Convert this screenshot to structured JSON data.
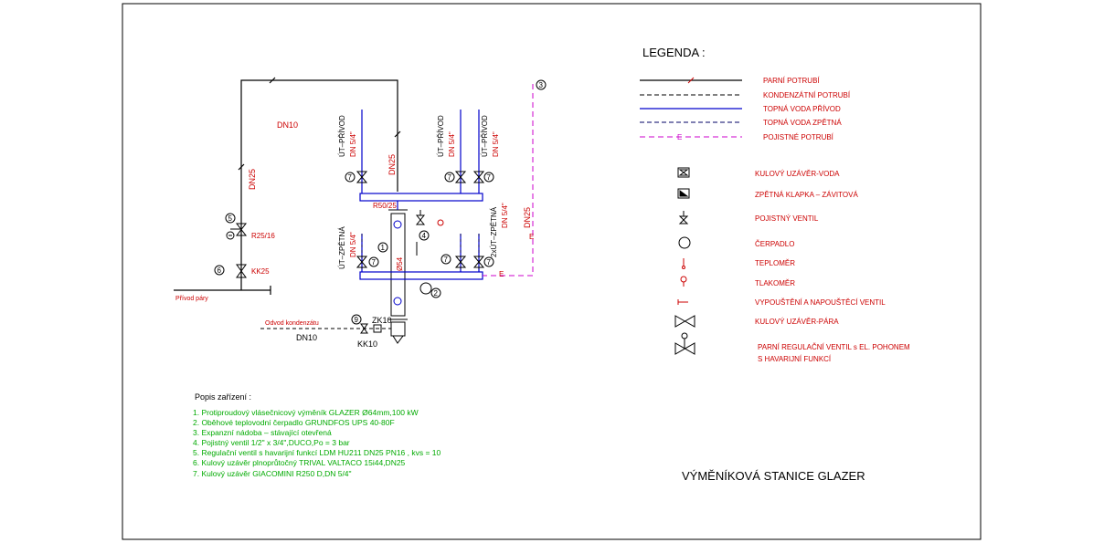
{
  "colors": {
    "steam": "#000000",
    "condensate": "#000000",
    "supply_water": "#0000cc",
    "return_water": "#000066",
    "safety_pipe": "#cc00cc",
    "label_red": "#cc0000",
    "equipment_green": "#00aa00"
  },
  "legend": {
    "title": "LEGENDA :",
    "lines": [
      {
        "label": "PARNÍ POTRUBÍ"
      },
      {
        "label": "KONDENZÁTNÍ POTRUBÍ"
      },
      {
        "label": "TOPNÁ VODA PŘÍVOD"
      },
      {
        "label": "TOPNÁ VODA ZPĚTNÁ"
      },
      {
        "label": "POJISTNÉ POTRUBÍ",
        "marker": "E"
      }
    ],
    "symbols": [
      {
        "label": "KULOVÝ UZÁVĚR-VODA",
        "icon": "ball-valve-water-icon"
      },
      {
        "label": "ZPĚTNÁ KLAPKA – ZÁVITOVÁ",
        "icon": "check-valve-icon"
      },
      {
        "label": "POJISTNÝ VENTIL",
        "icon": "safety-valve-icon"
      },
      {
        "label": "ČERPADLO",
        "icon": "pump-icon"
      },
      {
        "label": "TEPLOMĚR",
        "icon": "thermometer-icon"
      },
      {
        "label": "TLAKOMĚR",
        "icon": "pressure-gauge-icon"
      },
      {
        "label": "VYPOUŠTĚNÍ A NAPOUŠTĚCÍ VENTIL",
        "icon": "drain-valve-icon"
      },
      {
        "label": "KULOVÝ UZÁVĚR-PÁRA",
        "icon": "ball-valve-steam-icon"
      },
      {
        "label": "PARNÍ REGULAČNÍ VENTIL s EL. POHONEM",
        "label2": "S HAVARIJNÍ FUNKCÍ",
        "icon": "control-valve-icon"
      }
    ]
  },
  "diagram": {
    "dn10_top": "DN10",
    "dn25_left": "DN25",
    "dn25_mid": "DN25",
    "dn25_right": "DN25",
    "valve_r25": "R25/16",
    "valve_kk25": "KK25",
    "steam_inlet": "Přívod páry",
    "condensate_outlet": "Odvod kondenzátu",
    "dn10_bottom": "DN10",
    "kk10": "KK10",
    "zk10": "ZK10",
    "r50": "R50/25",
    "dia54": "Ø54",
    "e_mark": "E",
    "ot_privod": "ÚT–PŘÍVOD",
    "dn54": "DN 5/4\"",
    "ut_zpetna": "ÚT–ZPĚTNÁ",
    "ut_zpetna2": "2xÚT–ZPĚTNÁ",
    "num1": "1",
    "num2": "2",
    "num3": "3",
    "num4": "4",
    "num5": "5",
    "num6": "6",
    "num7": "7",
    "num9": "9"
  },
  "equipment": {
    "title": "Popis zařízení :",
    "items": [
      "1. Protiproudový vlásečnicový výměník GLAZER Ø64mm,100 kW",
      "2. Oběhové teplovodní čerpadlo GRUNDFOS UPS 40-80F",
      "3. Expanzní nádoba – stávající otevřená",
      "4. Pojistný ventil 1/2\" x 3/4\",DUCO,Po = 3 bar",
      "5. Regulační ventil s havarijní funkcí LDM HU211 DN25 PN16 , kvs = 10",
      "6. Kulový uzávěr plnoprůtočný TRIVAL VALTACO 15i44,DN25",
      "7. Kulový uzávěr GIACOMINI R250 D,DN 5/4\""
    ]
  },
  "drawing_title": "VÝMĚNÍKOVÁ STANICE GLAZER"
}
